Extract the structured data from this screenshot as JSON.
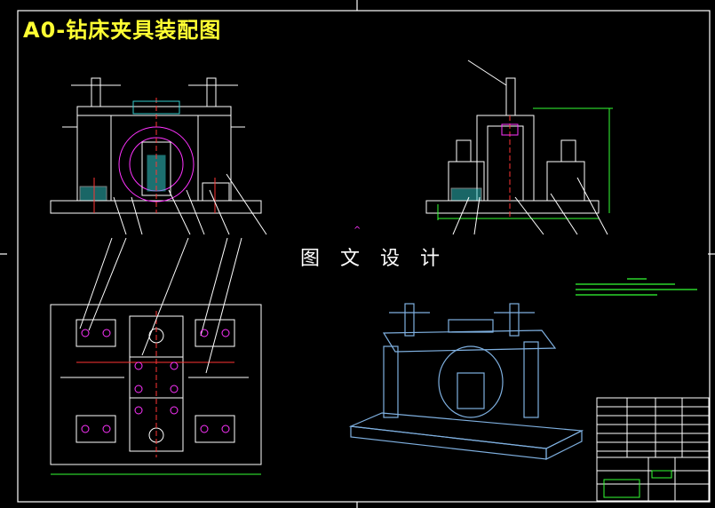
{
  "drawing": {
    "title": "A0-钻床夹具装配图",
    "watermark": "图 文 设 计",
    "center_mark": "^"
  },
  "colors": {
    "background": "#000000",
    "frame": "#ffffff",
    "title": "#ffff33",
    "outline": "#ffffff",
    "magenta": "#ff33ff",
    "red": "#ff3333",
    "cyan": "#33cccc",
    "green": "#33ff33",
    "iso_blue": "#7fb0e0"
  },
  "views": [
    {
      "name": "front-section-view"
    },
    {
      "name": "side-section-view"
    },
    {
      "name": "top-plan-view"
    },
    {
      "name": "isometric-view"
    },
    {
      "name": "title-block"
    }
  ]
}
